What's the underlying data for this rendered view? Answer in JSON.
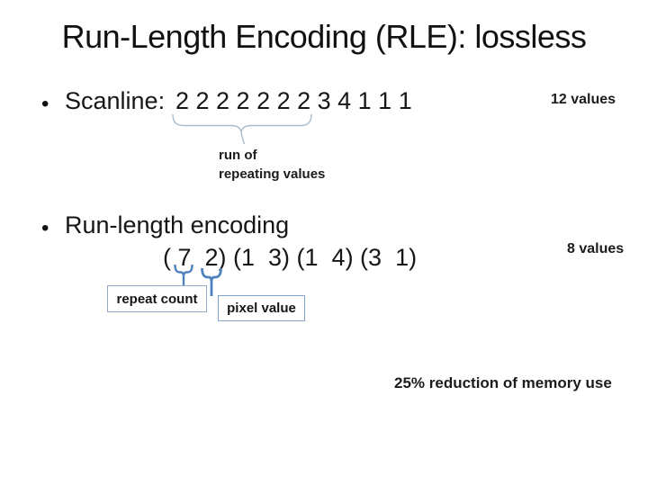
{
  "slide": {
    "title": "Run-Length Encoding (RLE): lossless",
    "bullet_char": "•",
    "scanline": {
      "label": "Scanline:",
      "values": "2 2 2 2 2 2 2 3 4 1 1 1",
      "count_note": "12 values",
      "run_label_line1": "run of",
      "run_label_line2": "repeating values"
    },
    "encoding": {
      "label": "Run-length encoding",
      "pairs": "( 7  2) (1  3) (1  4) (3  1)",
      "count_note": "8 values",
      "repeat_count_label": "repeat count",
      "pixel_value_label": "pixel value"
    },
    "footer_note": "25% reduction of memory use",
    "colors": {
      "text": "#1c1c1c",
      "run_brace": "#a8bccd",
      "pair_brace": "#4f81bd",
      "repeat_box_border": "#93acc7",
      "pixel_box_border": "#7fa3cd"
    }
  }
}
